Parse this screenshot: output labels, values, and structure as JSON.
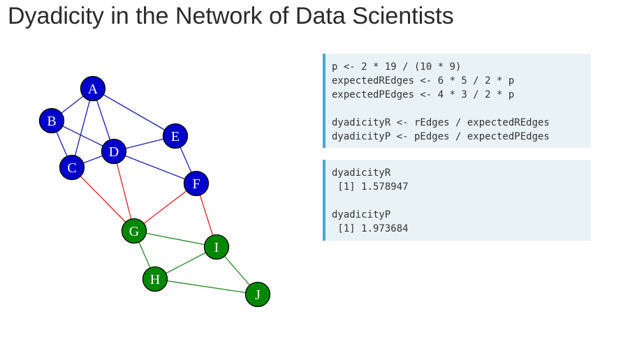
{
  "title": "Dyadicity in the Network of Data Scientists",
  "colors": {
    "blue_node": "#0000cc",
    "green_node": "#008800",
    "blue_edge": "#1a1ab8",
    "green_edge": "#228b22",
    "red_edge": "#dd2222",
    "code_border": "#4ba3d6",
    "code_bg": "#e9f2f5"
  },
  "graph": {
    "nodes": [
      {
        "label": "A",
        "group": "blue"
      },
      {
        "label": "B",
        "group": "blue"
      },
      {
        "label": "C",
        "group": "blue"
      },
      {
        "label": "D",
        "group": "blue"
      },
      {
        "label": "E",
        "group": "blue"
      },
      {
        "label": "F",
        "group": "blue"
      },
      {
        "label": "G",
        "group": "green"
      },
      {
        "label": "H",
        "group": "green"
      },
      {
        "label": "I",
        "group": "green"
      },
      {
        "label": "J",
        "group": "green"
      }
    ],
    "edges": [
      {
        "from": "A",
        "to": "B",
        "type": "blue"
      },
      {
        "from": "A",
        "to": "C",
        "type": "blue"
      },
      {
        "from": "A",
        "to": "D",
        "type": "blue"
      },
      {
        "from": "A",
        "to": "E",
        "type": "blue"
      },
      {
        "from": "B",
        "to": "C",
        "type": "blue"
      },
      {
        "from": "B",
        "to": "D",
        "type": "blue"
      },
      {
        "from": "C",
        "to": "D",
        "type": "blue"
      },
      {
        "from": "D",
        "to": "E",
        "type": "blue"
      },
      {
        "from": "D",
        "to": "F",
        "type": "blue"
      },
      {
        "from": "E",
        "to": "F",
        "type": "blue"
      },
      {
        "from": "C",
        "to": "G",
        "type": "red"
      },
      {
        "from": "D",
        "to": "G",
        "type": "red"
      },
      {
        "from": "F",
        "to": "G",
        "type": "red"
      },
      {
        "from": "F",
        "to": "I",
        "type": "red"
      },
      {
        "from": "G",
        "to": "H",
        "type": "green"
      },
      {
        "from": "G",
        "to": "I",
        "type": "green"
      },
      {
        "from": "H",
        "to": "I",
        "type": "green"
      },
      {
        "from": "H",
        "to": "J",
        "type": "green"
      },
      {
        "from": "I",
        "to": "J",
        "type": "green"
      }
    ]
  },
  "code_source": [
    "p <- 2 * 19 / (10 * 9)",
    "expectedREdges <- 6 * 5 / 2 * p",
    "expectedPEdges <- 4 * 3 / 2 * p",
    "",
    "dyadicityR <- rEdges / expectedREdges",
    "dyadicityP <- pEdges / expectedPEdges"
  ],
  "code_output": [
    "dyadicityR",
    " [1] 1.578947",
    "",
    "dyadicityP",
    " [1] 1.973684"
  ]
}
